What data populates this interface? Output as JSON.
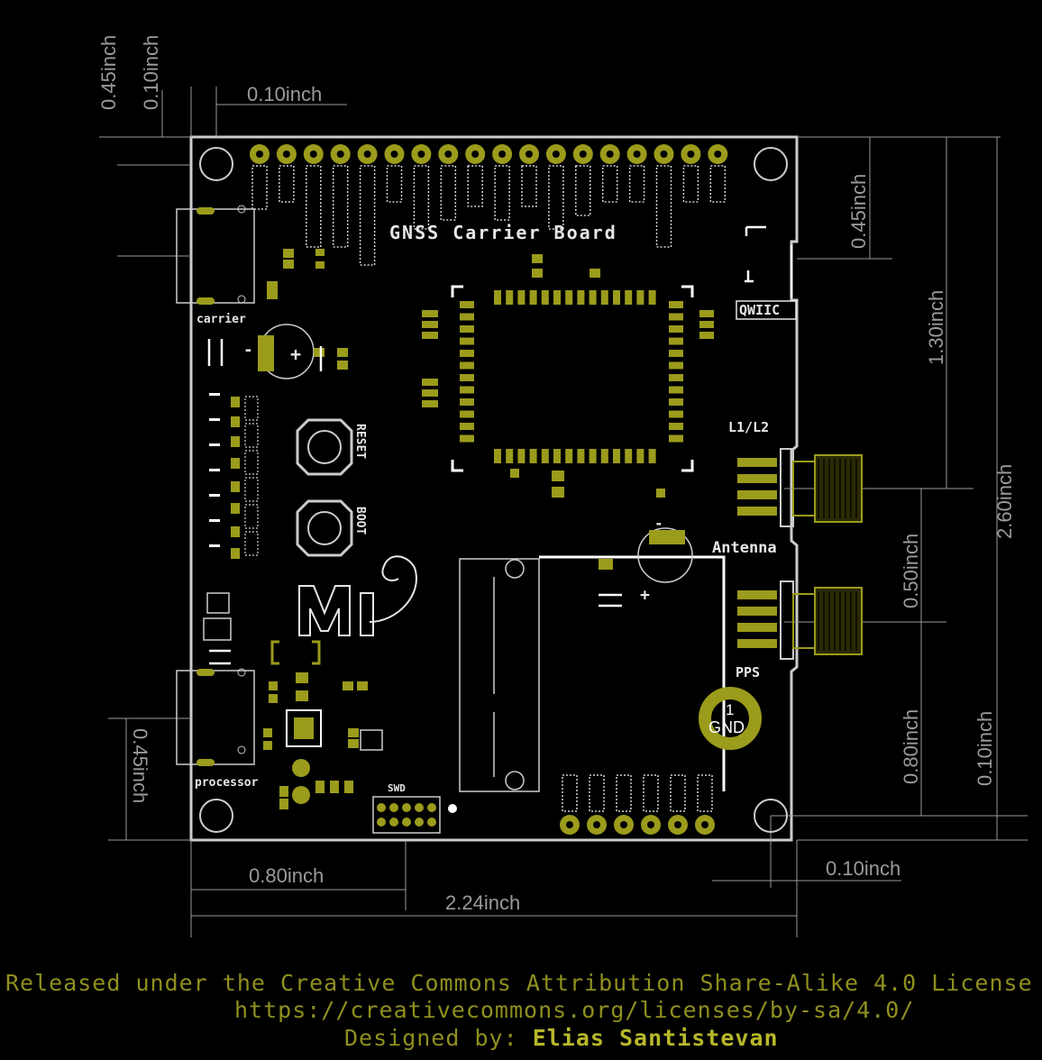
{
  "dimensions": {
    "top_left_a": "0.45inch",
    "top_left_b": "0.10inch",
    "top_span": "0.10inch",
    "right_top": "0.45inch",
    "right_mid": "1.30inch",
    "right_total": "2.60inch",
    "right_mid2": "0.50inch",
    "right_low": "0.80inch",
    "right_bottom": "0.10inch",
    "left_bottom": "0.45inch",
    "bottom_a": "0.80inch",
    "bottom_total": "2.24inch",
    "bottom_right": "0.10inch"
  },
  "board": {
    "title": "GNSS Carrier Board",
    "labels": {
      "qwiic": "QWIIC",
      "l1l2": "L1/L2",
      "antenna": "Antenna",
      "pps": "PPS",
      "gnd_pin": "1",
      "gnd": "GND",
      "reset": "RESET",
      "boot": "BOOT",
      "carrier": "carrier",
      "processor": "processor",
      "swd": "SWD",
      "plus": "+",
      "minus": "-"
    }
  },
  "footer": {
    "license": "Released under the Creative Commons Attribution Share-Alike 4.0 License",
    "url": "https://creativecommons.org/licenses/by-sa/4.0/",
    "designed_label": "Designed by:",
    "designer": "Elias Santistevan"
  },
  "colors": {
    "background": "#000000",
    "outline": "#cccccc",
    "pad": "#9b9b1c",
    "dimension": "#9a9a9a",
    "credit": "#8f8f1e"
  }
}
